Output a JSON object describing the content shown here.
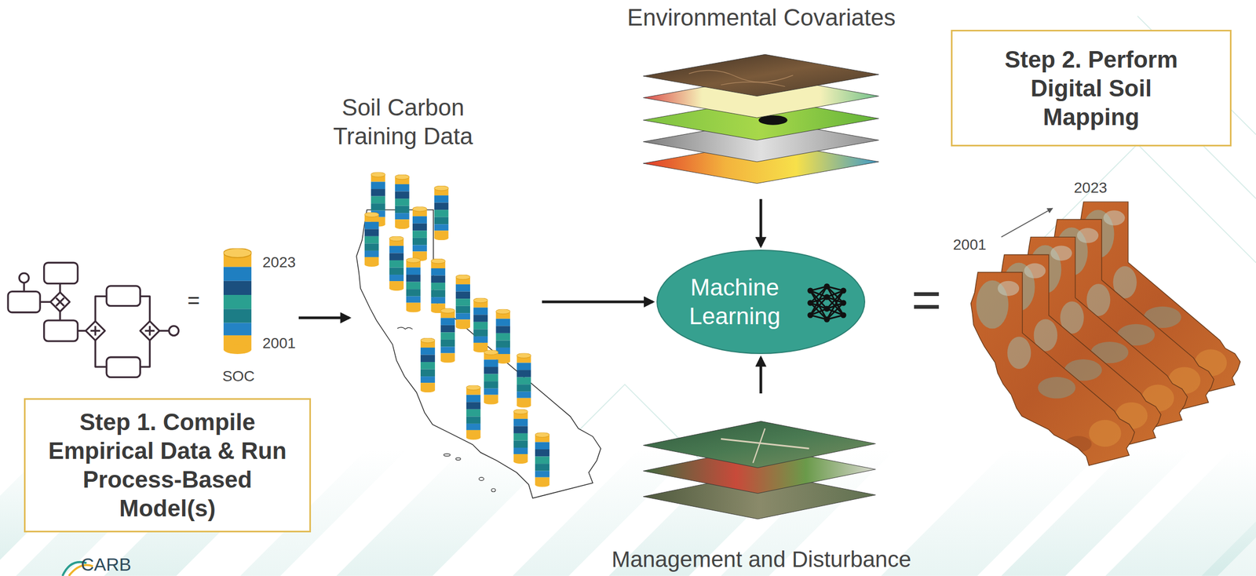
{
  "diagram": {
    "nodes": [
      {
        "text": [
          "2023",
          "2001",
          "SOC"
        ]
      },
      {
        "text": [
          "Step 1. Compile Empirical Data & Run Process-Based Model(s)"
        ]
      },
      {
        "text": [
          "Soil Carbon Training Data"
        ]
      },
      {
        "text": [
          "Environmental Covariates"
        ]
      },
      {
        "text": [
          "Machine Learning"
        ]
      },
      {
        "text": [
          "Management and Disturbance"
        ]
      },
      {
        "text": [
          "Step 2. Perform Digital Soil Mapping"
        ]
      },
      {
        "text": [
          "2023",
          "2001"
        ]
      }
    ],
    "edges": [
      {
        "from": 0,
        "to": 2,
        "arrow": "to"
      },
      {
        "from": 2,
        "to": 4,
        "arrow": "to"
      },
      {
        "from": 3,
        "to": 4,
        "arrow": "to"
      },
      {
        "from": 5,
        "to": 4,
        "arrow": "to"
      }
    ],
    "labels": [
      "=",
      "=",
      "CARB"
    ]
  }
}
